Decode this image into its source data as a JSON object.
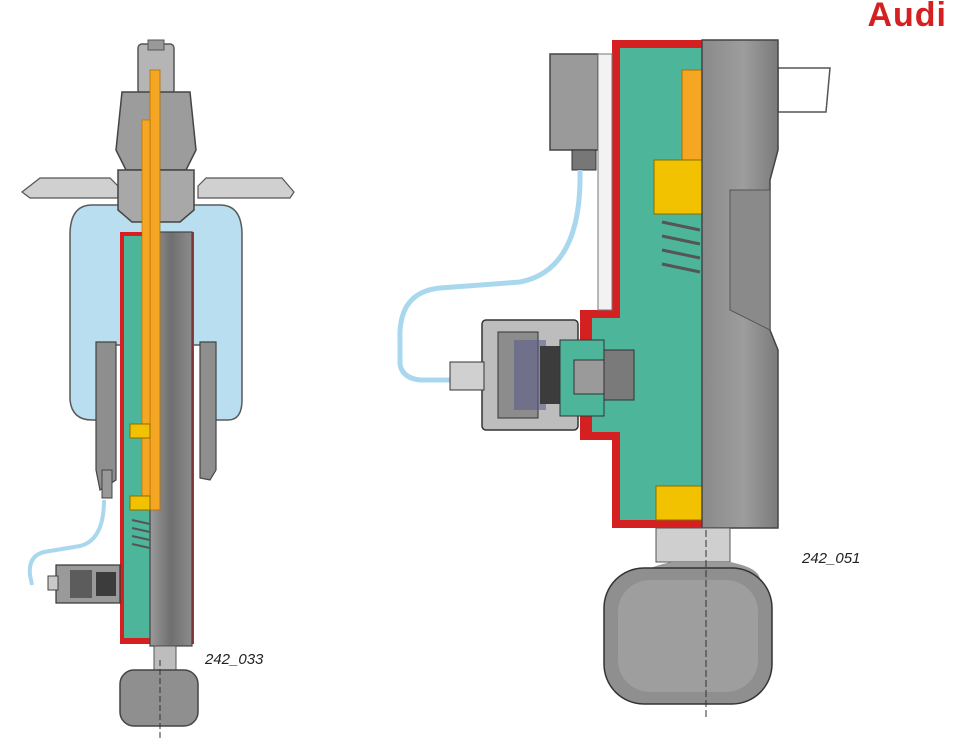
{
  "brand": {
    "logo_text": "Audi",
    "color": "#d42020"
  },
  "figures": [
    {
      "label": "242_033"
    },
    {
      "label": "242_051"
    }
  ],
  "colors": {
    "air_spring": "#b9def0",
    "oil": "#4db59a",
    "piston_rod": "#f5a623",
    "outer_tube": "#d42020",
    "steel_grey": "#8f8f8f",
    "steel_light": "#bdbdbd",
    "steel_dark": "#6c6c6c",
    "valve_dark": "#3c3c3c",
    "line_blue": "#a9d8ee",
    "bump_yellow": "#f2c200"
  }
}
